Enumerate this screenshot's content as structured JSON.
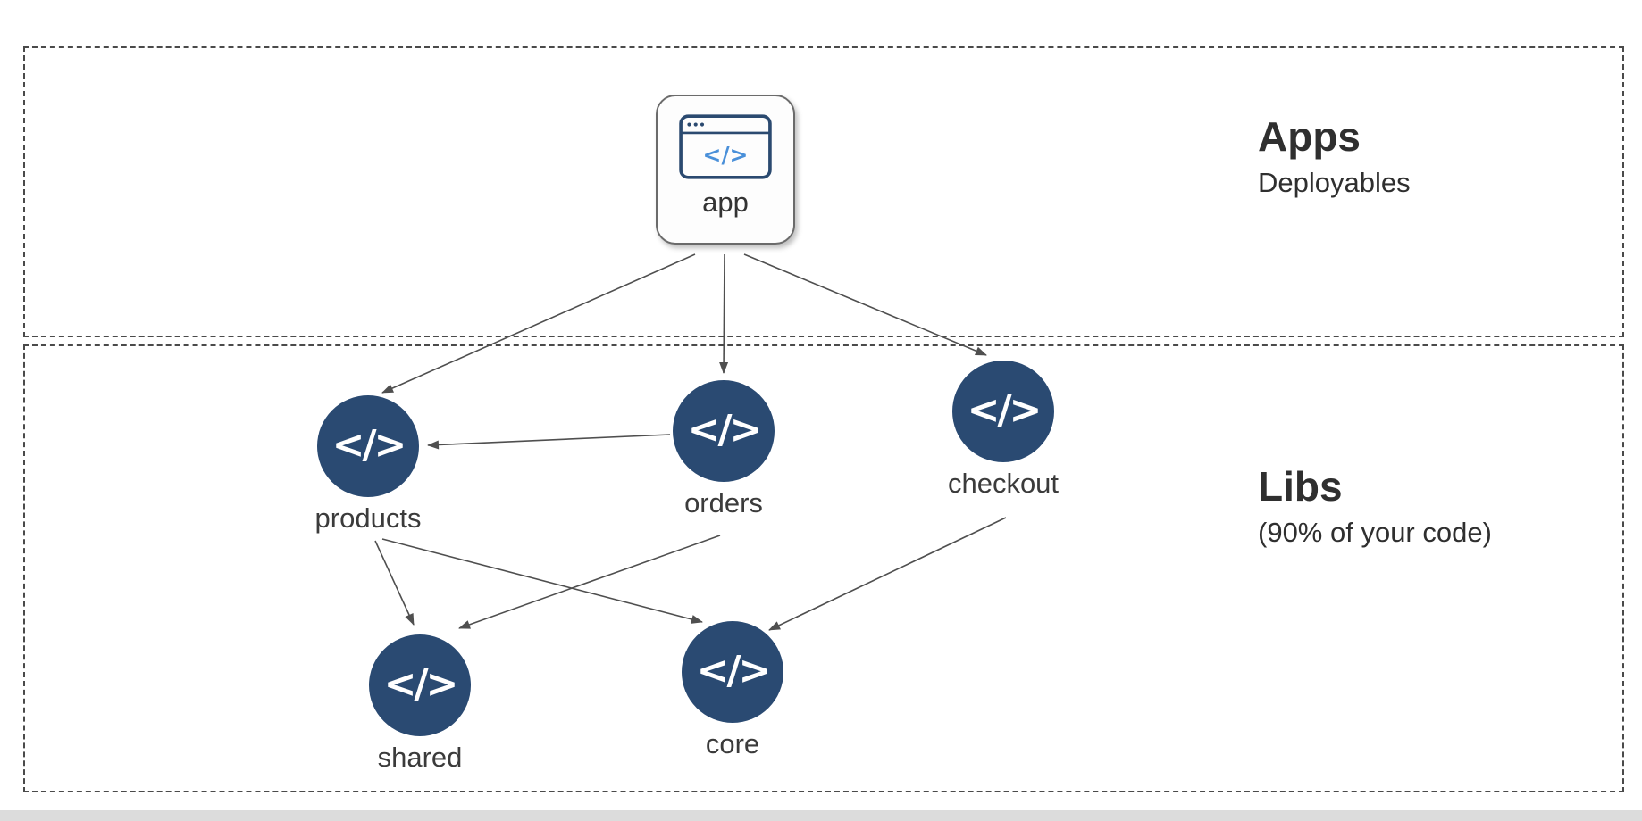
{
  "sections": {
    "apps": {
      "title": "Apps",
      "subtitle": "Deployables"
    },
    "libs": {
      "title": "Libs",
      "subtitle": "(90% of your code)"
    }
  },
  "nodes": [
    {
      "id": "app",
      "label": "app",
      "type": "app",
      "icon": "browser-window-icon"
    },
    {
      "id": "products",
      "label": "products",
      "type": "lib",
      "icon": "code-icon"
    },
    {
      "id": "orders",
      "label": "orders",
      "type": "lib",
      "icon": "code-icon"
    },
    {
      "id": "checkout",
      "label": "checkout",
      "type": "lib",
      "icon": "code-icon"
    },
    {
      "id": "shared",
      "label": "shared",
      "type": "lib",
      "icon": "code-icon"
    },
    {
      "id": "core",
      "label": "core",
      "type": "lib",
      "icon": "code-icon"
    }
  ],
  "edges": [
    {
      "from": "app",
      "to": "products"
    },
    {
      "from": "app",
      "to": "orders"
    },
    {
      "from": "app",
      "to": "checkout"
    },
    {
      "from": "orders",
      "to": "products"
    },
    {
      "from": "products",
      "to": "shared"
    },
    {
      "from": "orders",
      "to": "shared"
    },
    {
      "from": "products",
      "to": "core"
    },
    {
      "from": "checkout",
      "to": "core"
    }
  ],
  "glyphs": {
    "lib_code": "</>",
    "app_code": "</>"
  },
  "colors": {
    "lib_fill": "#2a4a72",
    "edge": "#4f4f4f",
    "app_icon_outline": "#2b4a70",
    "app_icon_code": "#4a90d9",
    "box_border": "#4a4a4a",
    "bottom_strip": "#dcdcdc"
  }
}
